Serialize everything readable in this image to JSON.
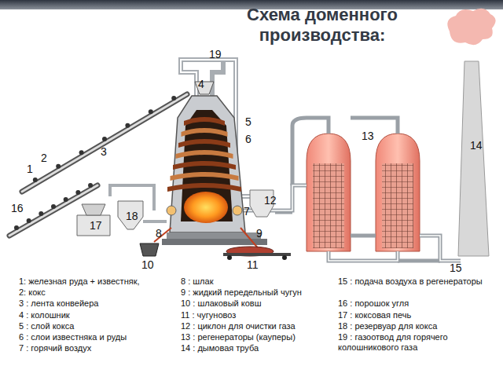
{
  "diagram": {
    "title": "Схема доменного производства:",
    "labels": [
      "1",
      "2",
      "3",
      "4",
      "5",
      "6",
      "7",
      "8",
      "9",
      "10",
      "11",
      "12",
      "13",
      "14",
      "15",
      "16",
      "17",
      "18",
      "19",
      "1: железная руда + известняк,",
      "2: кокс",
      "3 : лента конвейера",
      "4 : колошник",
      "5 : слой кокса",
      "6 : слои известняка и руды",
      "7 : горячий воздух",
      "8 : шлак",
      "9 : жидкий передельный чугун",
      "10 : шлаковый ковш",
      "11 : чугуновоз",
      "12 : циклон для очистки газа",
      "13 : регенераторы (кауперы)",
      "14 : дымовая труба",
      "15 : подача воздуха в регенераторы",
      "16 : порошок угля",
      "17 : коксовая печь",
      "18 : резервуар для кокса",
      "19 : газоотвод для горячего колошникового газа"
    ]
  }
}
